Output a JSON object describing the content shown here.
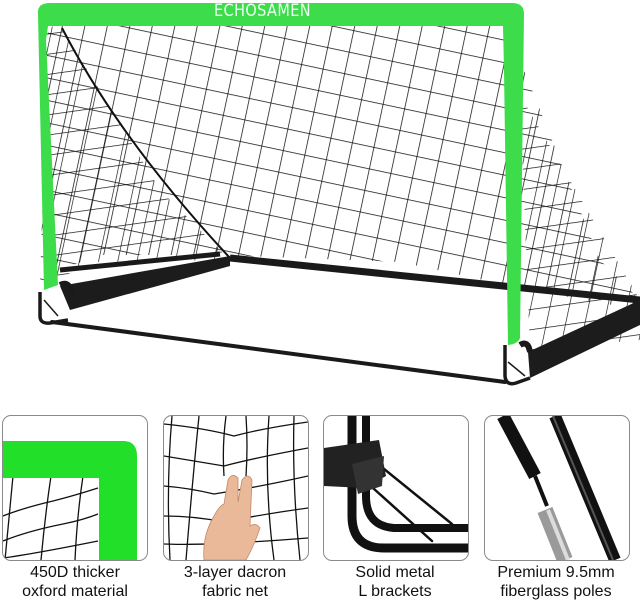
{
  "product": {
    "brand_label": "ECHOSAMEN",
    "frame_color": "#3ddc4a",
    "net_color": "#111111",
    "base_color": "#1c1c1c"
  },
  "features": [
    {
      "title_line1": "450D thicker",
      "title_line2": "oxford material",
      "image": "green-frame-corner"
    },
    {
      "title_line1": "3-layer dacron",
      "title_line2": "fabric net",
      "image": "hand-pulling-net"
    },
    {
      "title_line1": "Solid metal",
      "title_line2": "L brackets",
      "image": "metal-l-brackets"
    },
    {
      "title_line1": "Premium 9.5mm",
      "title_line2": "fiberglass poles",
      "image": "fiberglass-poles"
    }
  ]
}
